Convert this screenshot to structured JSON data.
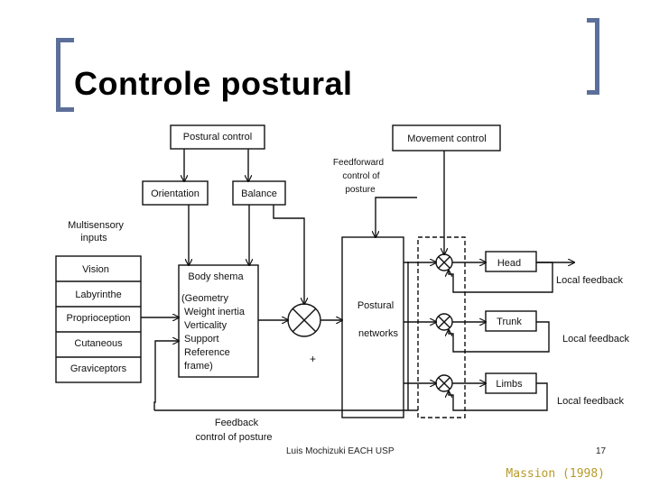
{
  "slide": {
    "title": "Controle postural",
    "author": "Luis Mochizuki EACH USP",
    "page_number": "17",
    "citation": "Massion (1998)"
  },
  "diagram": {
    "postural_control": "Postural control",
    "movement_control": "Movement control",
    "feedforward": [
      "Feedforward",
      "control of",
      "posture"
    ],
    "orientation": "Orientation",
    "balance": "Balance",
    "multisensory": [
      "Multisensory",
      "inputs"
    ],
    "sensors": [
      "Vision",
      "Labyrinthe",
      "Proprioception",
      "Cutaneous",
      "Graviceptors"
    ],
    "body_schema_title": "Body shema",
    "body_schema_items": [
      "(Geometry",
      "Weight inertia",
      "Verticality",
      "Support",
      "Reference",
      "frame)"
    ],
    "postural_networks": [
      "Postural",
      "networks"
    ],
    "segments": [
      "Head",
      "Trunk",
      "Limbs"
    ],
    "local_feedback": "Local feedback",
    "feedback_control": [
      "Feedback",
      "control of posture"
    ],
    "plus_sign": "+"
  },
  "colors": {
    "bracket": "#5c6f9a",
    "citation": "#b79a2a"
  }
}
